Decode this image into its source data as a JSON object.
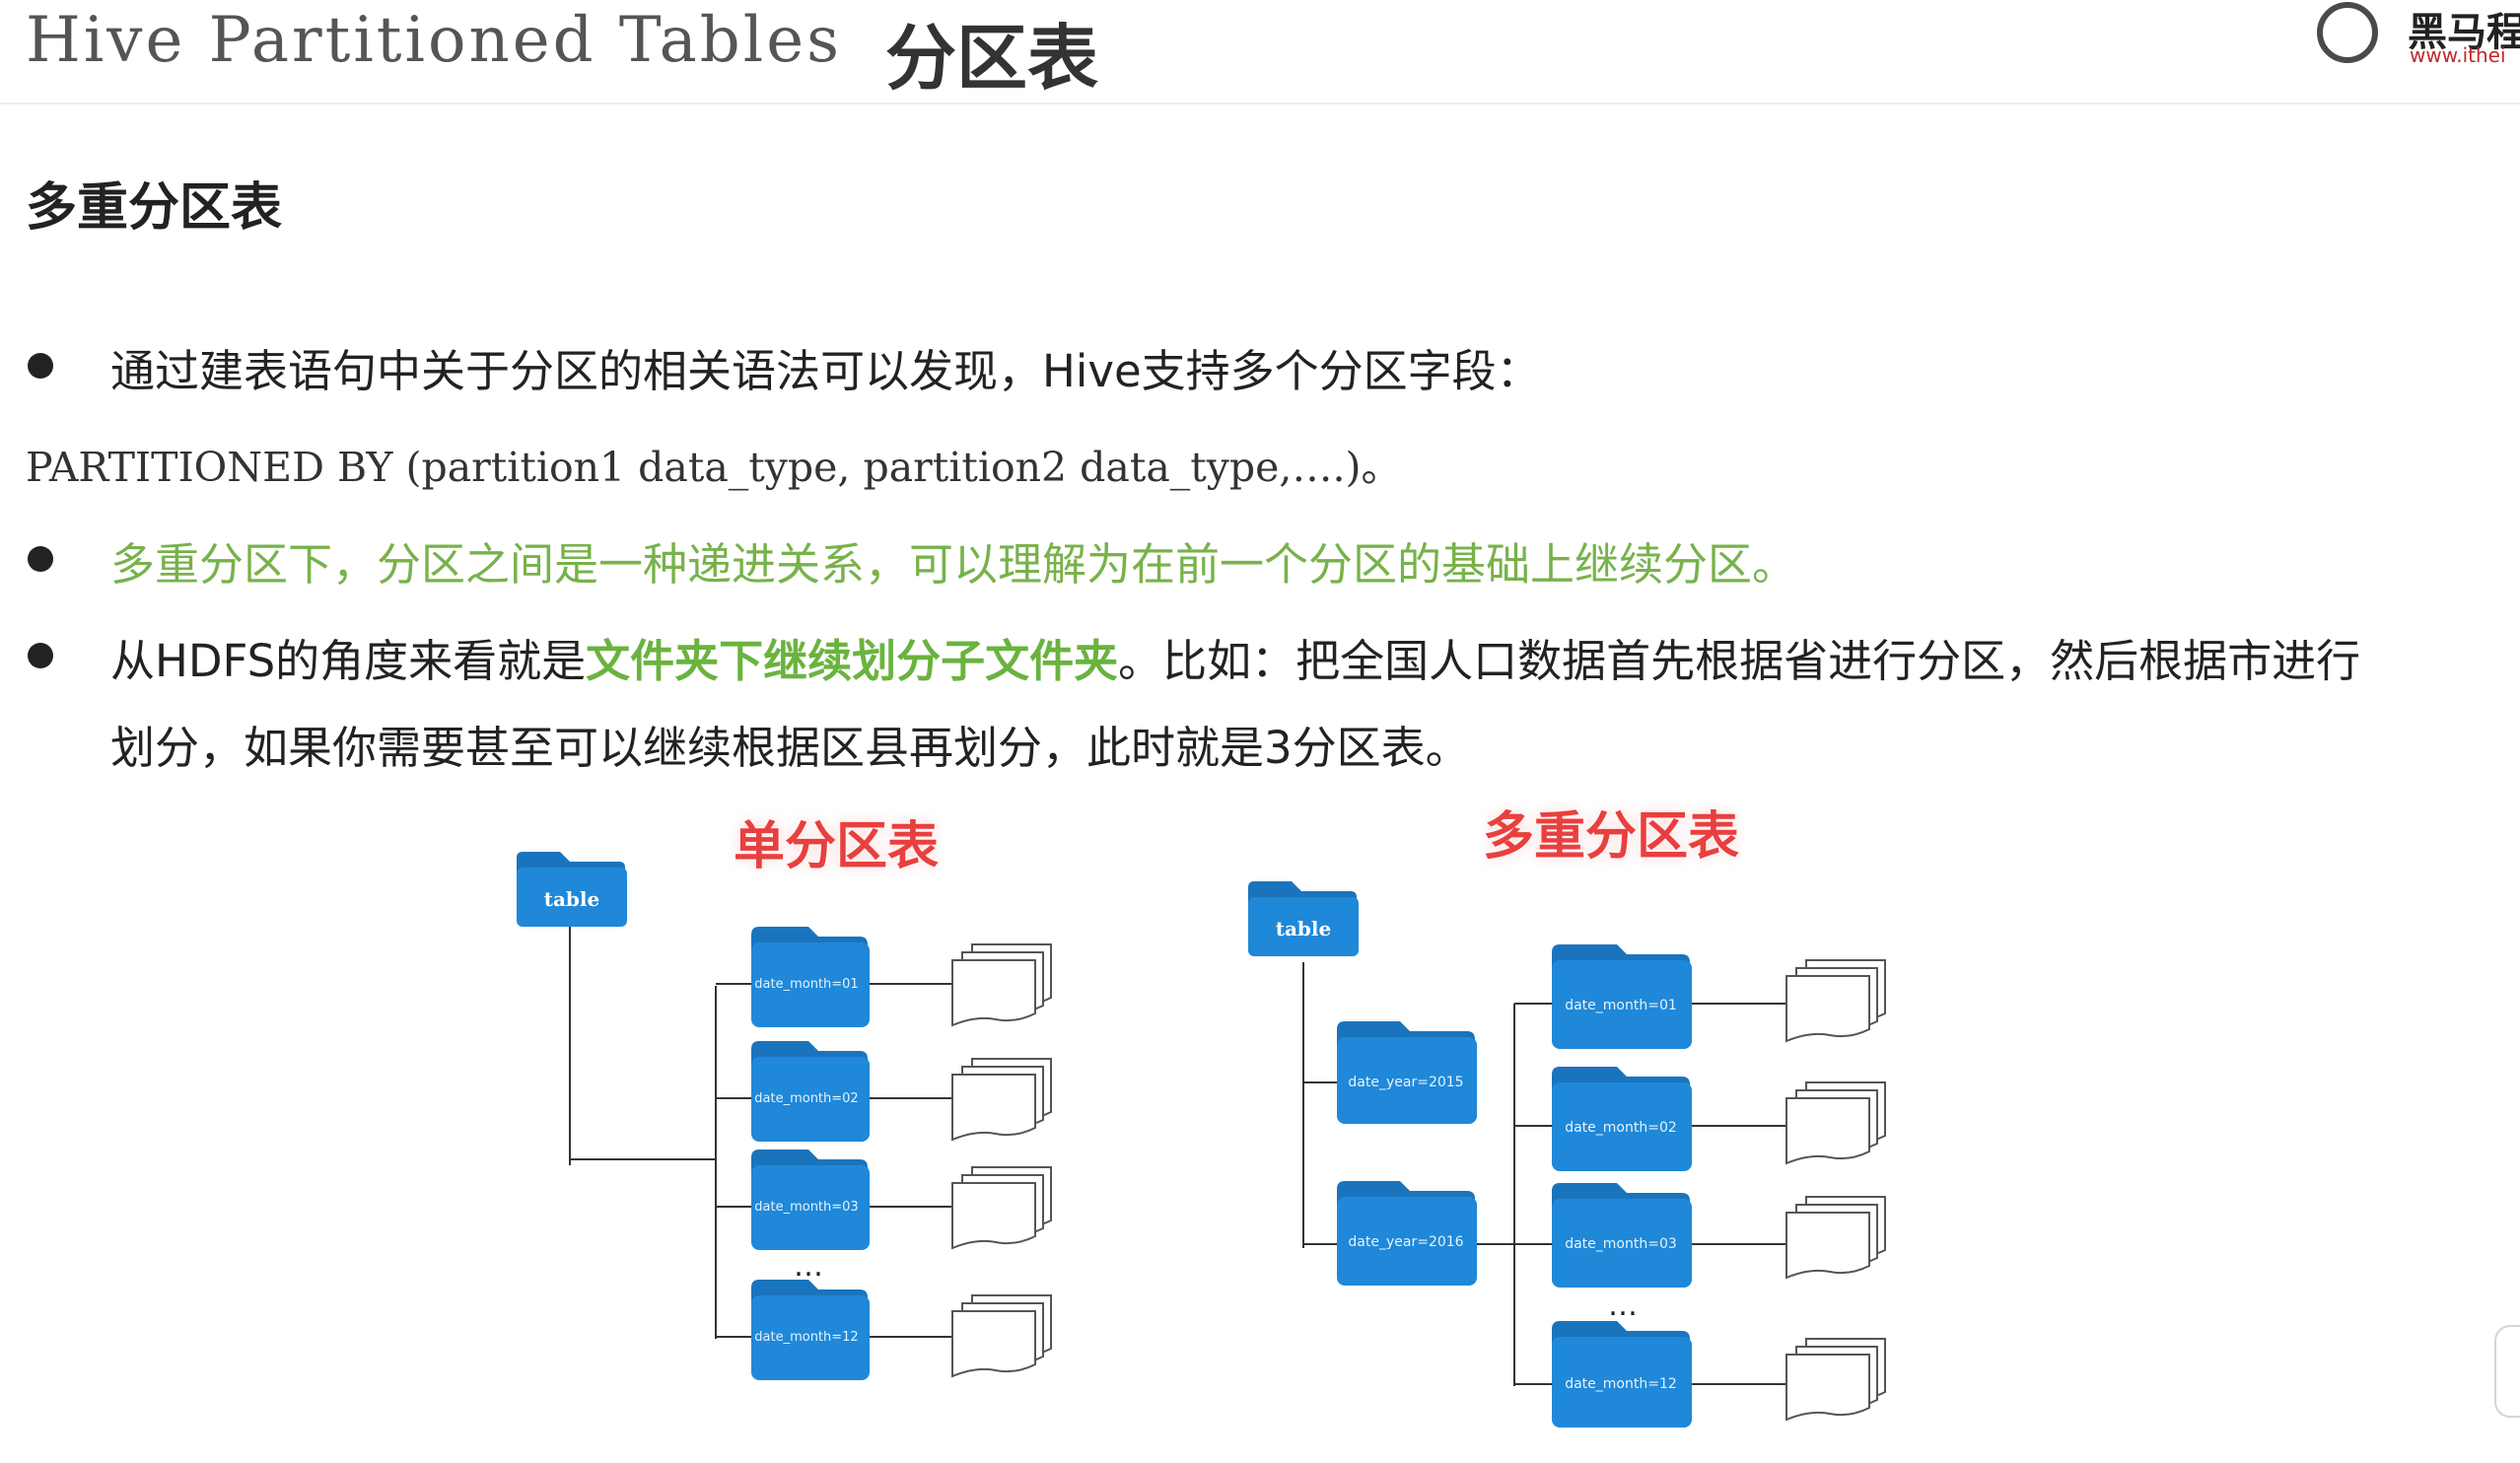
{
  "header": {
    "title_en": "Hive Partitioned Tables",
    "title_cn": "分区表",
    "logo_name": "黑马程",
    "logo_url": "www.ithei"
  },
  "section": {
    "subtitle": "多重分区表"
  },
  "bullets": {
    "b1": "通过建表语句中关于分区的相关语法可以发现，Hive支持多个分区字段：",
    "code": "PARTITIONED BY (partition1 data_type, partition2 data_type,….)。",
    "b2": "多重分区下，分区之间是一种递进关系，可以理解为在前一个分区的基础上继续分区。",
    "b3_pre": "从HDFS的角度来看就是",
    "b3_highlight": "文件夹下继续划分子文件夹",
    "b3_post": "。比如：把全国人口数据首先根据省进行分区，然后根据市进行",
    "b3_line2": "划分，如果你需要甚至可以继续根据区县再划分，此时就是3分区表。"
  },
  "diagram": {
    "single_title": "单分区表",
    "multi_title": "多重分区表",
    "root_label": "table",
    "ellipsis": "…",
    "single_folders": [
      "date_month=01",
      "date_month=02",
      "date_month=03",
      "date_month=12"
    ],
    "years": [
      "date_year=2015",
      "date_year=2016"
    ],
    "multi_months": [
      "date_month=01",
      "date_month=02",
      "date_month=03",
      "date_month=12"
    ]
  },
  "colors": {
    "folder_blue": "#1f88d9",
    "folder_tab": "#1a74bd",
    "highlight_green": "#6ab33e",
    "title_red": "#e8403f"
  }
}
